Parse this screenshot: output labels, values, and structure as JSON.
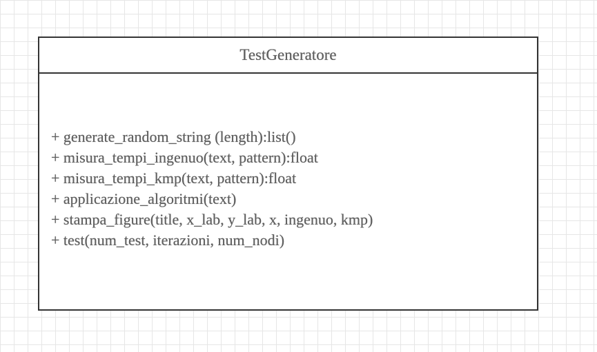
{
  "diagram": {
    "class_name": "TestGeneratore",
    "methods": [
      "+ generate_random_string (length):list()",
      "+ misura_tempi_ingenuo(text, pattern):float",
      "+ misura_tempi_kmp(text, pattern):float",
      "+ applicazione_algoritmi(text)",
      "+ stampa_figure(title, x_lab, y_lab, x, ingenuo, kmp)",
      "+ test(num_test, iterazioni, num_nodi)"
    ]
  },
  "colors": {
    "border": "#333333",
    "text": "#5f5f5f",
    "grid": "#e6e6e6",
    "background": "#ffffff"
  }
}
